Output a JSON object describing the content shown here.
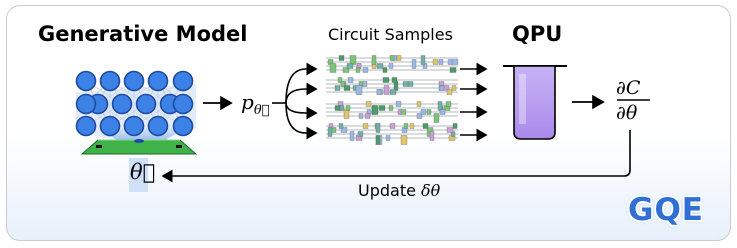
{
  "generative_model": {
    "title": "Generative Model"
  },
  "distribution": {
    "symbol": "p",
    "subscript": "θ⃗"
  },
  "circuit_samples": {
    "title": "Circuit Samples"
  },
  "qpu": {
    "title": "QPU"
  },
  "gradient": {
    "numerator": "∂C",
    "denominator": "∂θ"
  },
  "parameters": {
    "symbol": "θ⃗"
  },
  "update": {
    "label": "Update",
    "symbol": "δθ"
  },
  "brand": {
    "label": "GQE"
  },
  "colors": {
    "node_fill": "#3c82e6",
    "node_stroke": "#1f4aa0",
    "qpu_fill": "#b49af0",
    "platform_green": "#3fb24a",
    "brand_blue": "#2f6fd6",
    "param_box": "#cfe0f8"
  }
}
